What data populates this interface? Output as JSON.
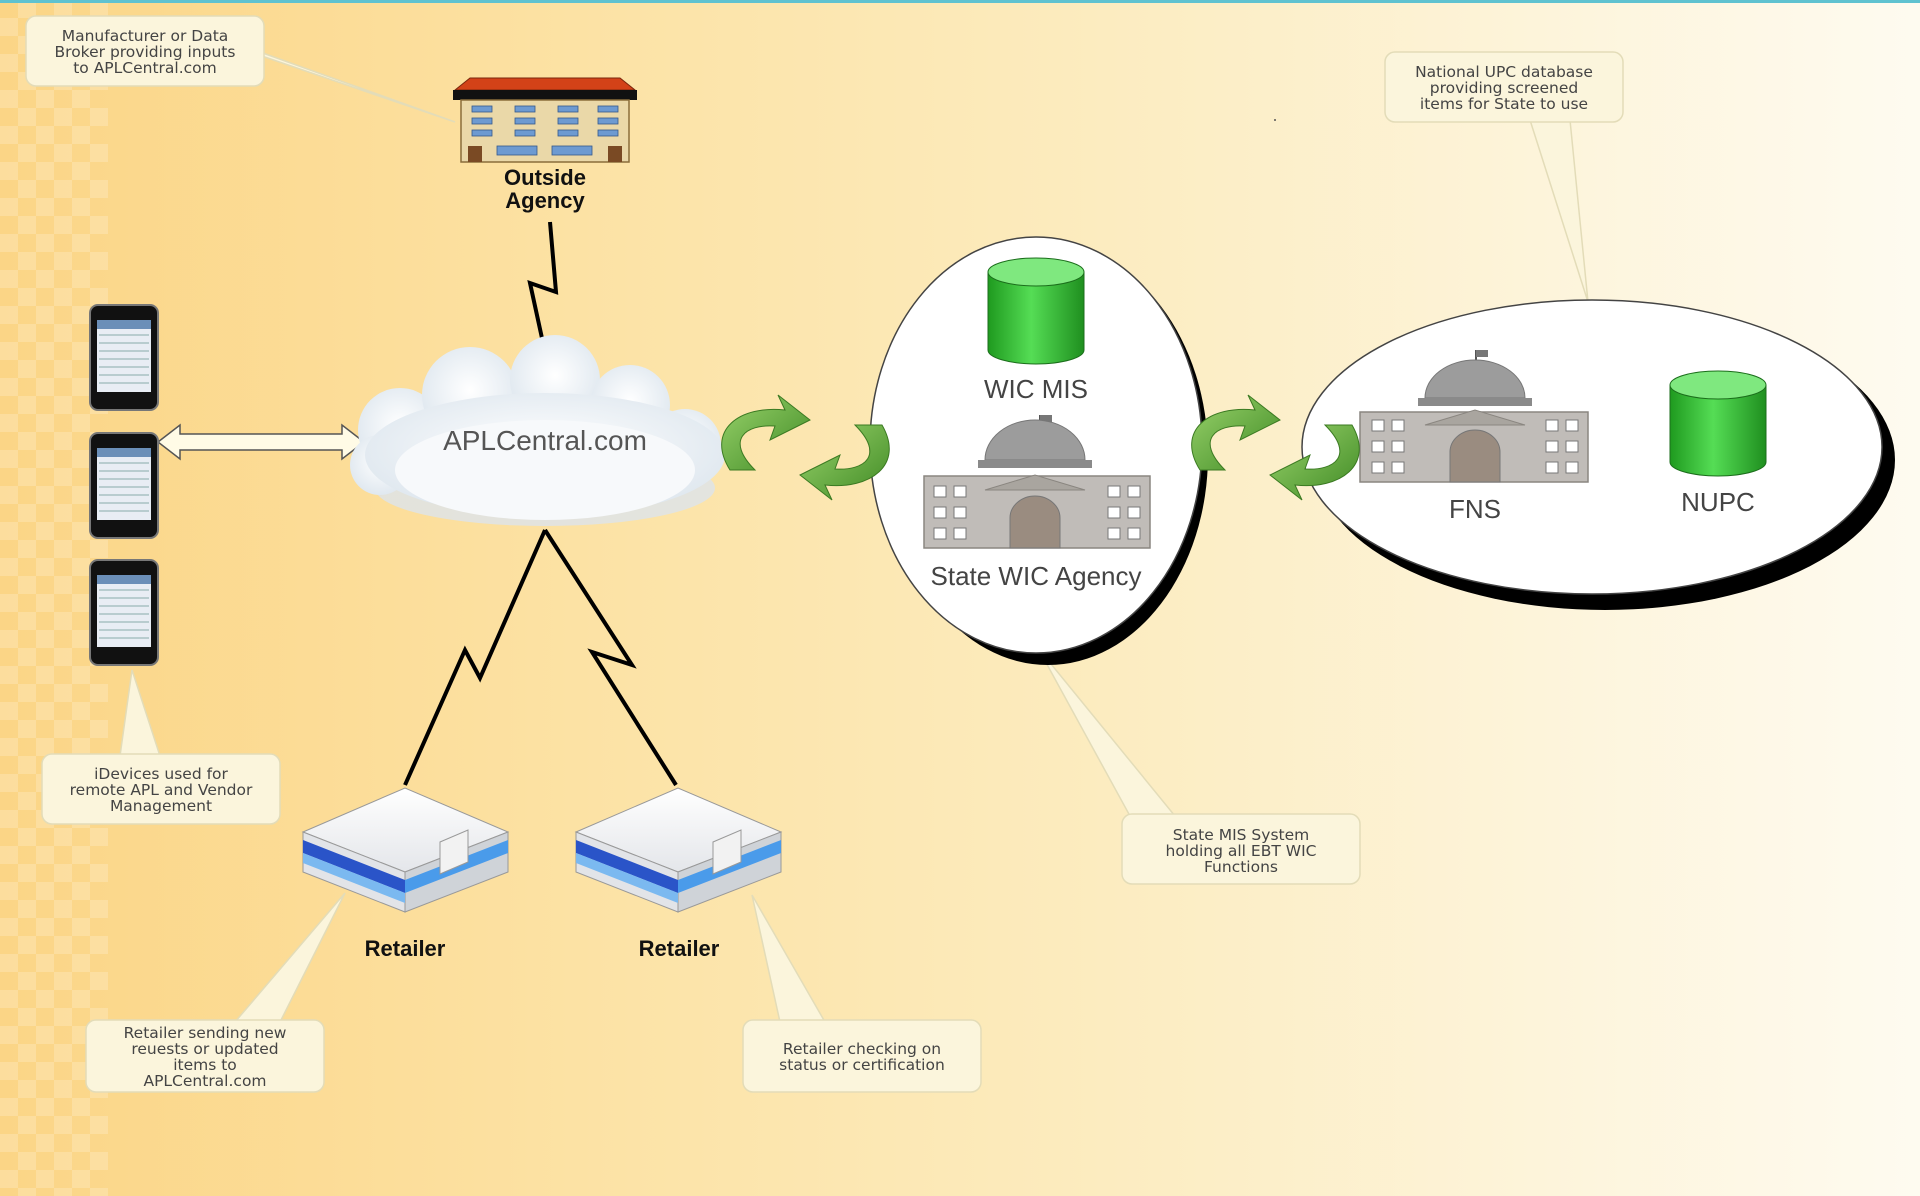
{
  "nodes": {
    "outside_agency": "Outside\nAgency",
    "aplcentral": "APLCentral.com",
    "wic_mis": "WIC MIS",
    "state_wic_agency": "State WIC Agency",
    "fns": "FNS",
    "nupc": "NUPC",
    "retailer_1": "Retailer",
    "retailer_2": "Retailer"
  },
  "callouts": {
    "manufacturer": "Manufacturer or Data\nBroker providing inputs\nto APLCentral.com",
    "national_upc": "National UPC database\nproviding screened\nitems for State to use",
    "idevices": "iDevices used for\nremote APL and Vendor\nManagement",
    "state_mis": "State MIS System\nholding all EBT WIC\nFunctions",
    "retailer_sending": "Retailer sending new\nreuests or updated\nitems to\nAPLCentral.com",
    "retailer_checking": "Retailer checking on\nstatus or certification"
  },
  "icons": {
    "building": "office-building-icon",
    "cloud": "cloud-icon",
    "database": "database-cylinder-icon",
    "capitol": "government-building-icon",
    "phone": "smartphone-icon",
    "retailer": "retail-store-icon",
    "sync": "sync-arrows-icon",
    "lightning": "wireless-link-icon"
  },
  "colors": {
    "background_start": "#fbd586",
    "background_end": "#fefbf0",
    "database_green": "#3cc23c",
    "sync_green": "#5aa537",
    "callout_fill": "#fbf5dc",
    "retailer_blue": "#2a54c8"
  }
}
